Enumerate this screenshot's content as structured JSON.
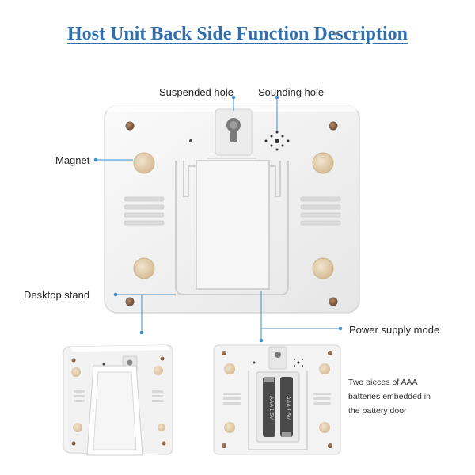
{
  "title": "Host Unit Back Side Function Description",
  "labels": {
    "suspended_hole": "Suspended hole",
    "sounding_hole": "Sounding hole",
    "magnet": "Magnet",
    "desktop_stand": "Desktop stand",
    "power_supply_mode": "Power supply mode"
  },
  "battery_note": {
    "line1": "Two pieces of AAA",
    "line2": "batteries embedded in",
    "line3": "the battery door"
  },
  "battery_text": "AAA 1.5V",
  "colors": {
    "title": "#2e6fb0",
    "leader": "#3a8fd0",
    "device_body": "#f3f3f3",
    "magnet": "#e3cfb0",
    "battery": "#4a4a4a"
  }
}
